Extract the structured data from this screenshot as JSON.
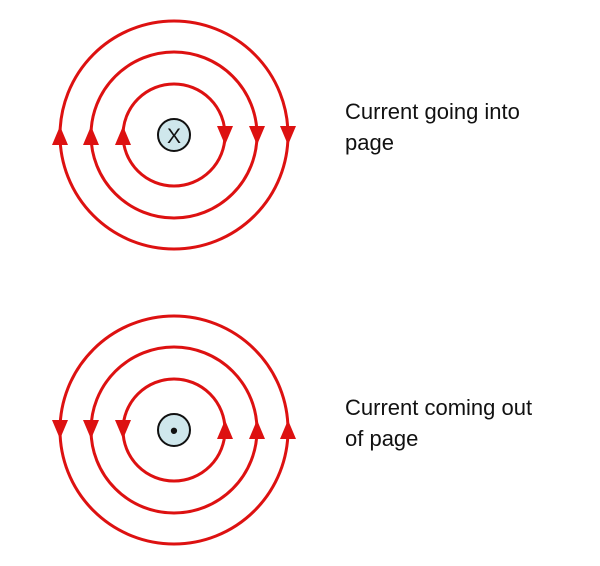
{
  "colors": {
    "field_line": "#dd1111",
    "wire_fill": "#cfe7ec",
    "wire_stroke": "#111111",
    "text": "#111111"
  },
  "diagrams": [
    {
      "id": "into-page",
      "wire_symbol": "X",
      "wire_icon": "cross-icon",
      "field_direction": "clockwise",
      "caption_lines": [
        "Current going into",
        "page"
      ]
    },
    {
      "id": "out-of-page",
      "wire_symbol": "•",
      "wire_icon": "dot-icon",
      "field_direction": "counterclockwise",
      "caption_lines": [
        "Current coming out",
        "of page"
      ]
    }
  ]
}
